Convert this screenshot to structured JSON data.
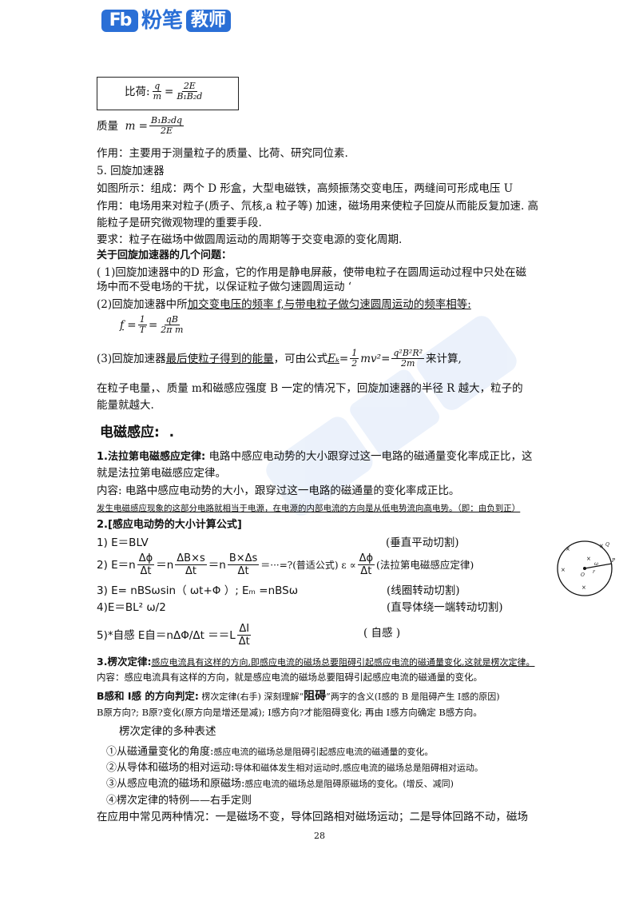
{
  "logo": {
    "mark": "Fb",
    "brand": "粉笔",
    "badge": "教师"
  },
  "box_formula": {
    "label": "比荷:",
    "lhs_num": "q",
    "lhs_den": "m",
    "eq": "=",
    "rhs_num": "2E",
    "rhs_den": "B₁B₂d"
  },
  "mass_formula": {
    "label": "质量",
    "lhs": "m =",
    "num": "B₁B₂dq",
    "den": "2E"
  },
  "lines": {
    "usage": "作用：主要用于测量粒子的质量、比荷、研究同位素.",
    "cyclotron_title": "5. 回旋加速器",
    "composition": "如图所示：组成：两个  D 形盒，大型电磁铁，高频振荡交变电压，两缝间可形成电压  U",
    "function1": "作用：电场用来对粒子(质子、氘核,a 粒子等) 加速，磁场用来使粒子回旋从而能反复加速. 高",
    "function2": "能粒子是研究微观物理的重要手段.",
    "requirement": "要求：粒子在磁场中做圆周运动的周期等于交变电源的变化周期.",
    "questions_title": "关于回旋加速器的几个问题：",
    "q1a": "( 1)回旋加速器中的D 形盒，它的作用是静电屏蔽，使带电粒子在圆周运动过程中只处在磁",
    "q1b": "场中而不受电场的干扰，以保证粒子做匀速圆周运动 ‘",
    "q2_prefix": "(2)回旋加速器中所",
    "q2_underline": "加交变电压的频率  f,与带电粒子做匀速圆周运动的频率相等:",
    "q3_prefix": "(3)回旋加速器",
    "q3_underline": "最后使粒子得到的能量",
    "q3_mid": "，可由公式",
    "q3_suffix": "来计算,",
    "conclusion1": "在粒子电量，、质量  m和磁感应强度  B 一定的情况下，回旋加速器的半径  R 越大，粒子的",
    "conclusion2": "能量就越大.",
    "em_heading": "电磁感应:",
    "em_dot": ".",
    "faraday_title": "1.法拉第电磁感应定律:",
    "faraday_text": "  电路中感应电动势的大小跟穿过这一电路的磁通量变化率成正比，这",
    "faraday_text2": "就是法拉第电磁感应定律。",
    "content": "内容:    电路中感应电动势的大小，跟穿过这一电路的磁通量的变化率成正比。",
    "note": "发生电磁感应现象的这部分电路就相当于电源，在电源的内部电流的方向是从低电势流向高电势。（即：由负到正）",
    "formula_title": "2.[感应电动势的大小计算公式]",
    "f1": "1) E＝BLV",
    "f1_note": "(垂直平动切割)",
    "f2_prefix": "2)  E＝n",
    "f2_note": "＝···=?(普适公式)    ε    ∝",
    "f2_note2": "(法拉第电磁感应定律)",
    "f3": "3) E= nBSωsin（ ωt+Φ ）; Eₘ =nBSω",
    "f3_note": "(线圈转动切割)",
    "f4": "4)E＝BL² ω/2",
    "f4_note": "(直导体绕一端转动切割)",
    "f5": "5)*自感  E自＝nΔΦ/Δt ＝＝L",
    "f5_note": "( 自感 )",
    "lenz_title": "3.楞次定律:",
    "lenz_text": "感应电流具有这样的方向,即感应电流的磁场总要阻碍引起感应电流的磁通量变化,这就是楞次定律。",
    "lenz_content": "内容：感应电流具有这样的方向，就是感应电流的磁场总要阻碍引起感应电流的磁通量的变化。",
    "dir_title": "B感和  I感 的方向判定:",
    "dir_text": "楞次定律(右手) 深刻理解“",
    "dir_strong": "阻碍",
    "dir_text2": "”两字的含义(I感的  B 是阻碍产生  I感的原因)",
    "dir_line2": "B原方向?; B原?变化(原方向是增还是减); I感方向?才能阻碍变化; 再由  I感方向确定  B感方向。",
    "forms_title": "楞次定律的多种表述",
    "form1a": "①从磁通量变化的角度:",
    "form1b": "感应电流的磁场总是阻碍引起感应电流的磁通量的变化。",
    "form2a": "②从导体和磁场的相对运动:",
    "form2b": "导体和磁体发生相对运动时,感应电流的磁场总是阻碍相对运动。",
    "form3a": "③从感应电流的磁场和原磁场:",
    "form3b": "感应电流的磁场总是阻碍原磁场的变化。(增反、减同)",
    "form4": "④楞次定律的特例——右手定则",
    "last": "在应用中常见两种情况：一是磁场不变，导体回路相对磁场运动；二是导体回路不动，磁场",
    "page_number": "28"
  },
  "freq_formula": {
    "lhs": "f",
    "n1": "1",
    "d1": "T",
    "n2": "qB",
    "d2": "2π m"
  },
  "energy_formula": {
    "lhs": "Eₖ",
    "n1": "1",
    "d1": "2",
    "mid": "mv²",
    "n2": "q²B²R²",
    "d2": "2m"
  },
  "f2_fracs": [
    {
      "num": "Δϕ",
      "den": "Δt"
    },
    {
      "num": "ΔB×s",
      "den": "Δt"
    },
    {
      "num": "B×Δs",
      "den": "Δt"
    }
  ],
  "f2_eps_frac": {
    "num": "Δϕ",
    "den": "Δt"
  },
  "f5_frac": {
    "num": "ΔI",
    "den": "Δt"
  },
  "diagram": {
    "labels": [
      "ω",
      "O",
      "r",
      "P",
      "Q",
      "×",
      "×",
      "×",
      "×",
      "×"
    ]
  },
  "colors": {
    "brand": "#2a6fd6"
  }
}
